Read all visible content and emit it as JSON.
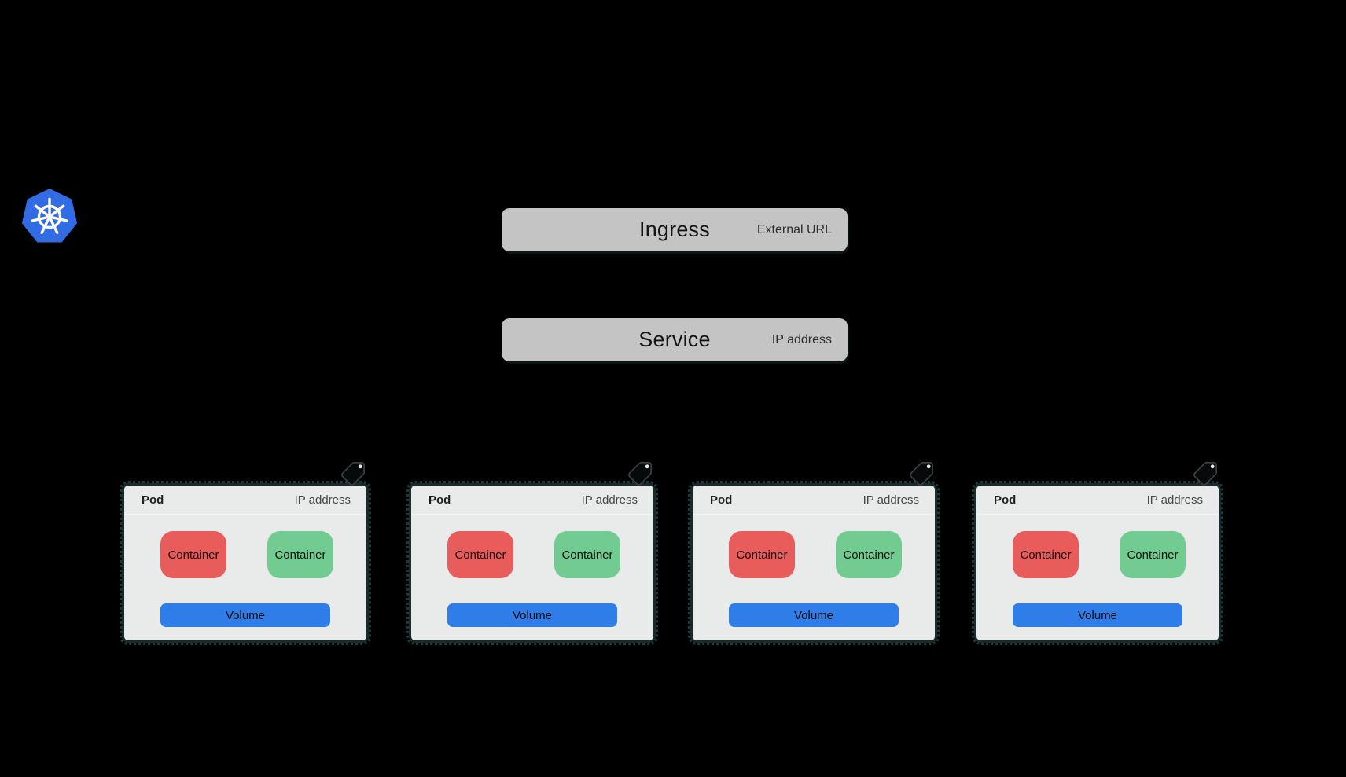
{
  "diagram": {
    "logo": {
      "name": "kubernetes-logo"
    },
    "ingress": {
      "title": "Ingress",
      "annotation": "External URL"
    },
    "service": {
      "title": "Service",
      "annotation": "IP address"
    },
    "pods": [
      {
        "title": "Pod",
        "annotation": "IP address",
        "container1": "Container",
        "container2": "Container",
        "volume": "Volume"
      },
      {
        "title": "Pod",
        "annotation": "IP address",
        "container1": "Container",
        "container2": "Container",
        "volume": "Volume"
      },
      {
        "title": "Pod",
        "annotation": "IP address",
        "container1": "Container",
        "container2": "Container",
        "volume": "Volume"
      },
      {
        "title": "Pod",
        "annotation": "IP address",
        "container1": "Container",
        "container2": "Container",
        "volume": "Volume"
      }
    ],
    "colors": {
      "background": "#000000",
      "kubernetes_blue": "#326CE5",
      "box_gray": "#C4C4C4",
      "pod_gray": "#E9EAEA",
      "container_red": "#E85C5C",
      "container_green": "#72CC92",
      "volume_blue": "#2F7DE9"
    }
  }
}
